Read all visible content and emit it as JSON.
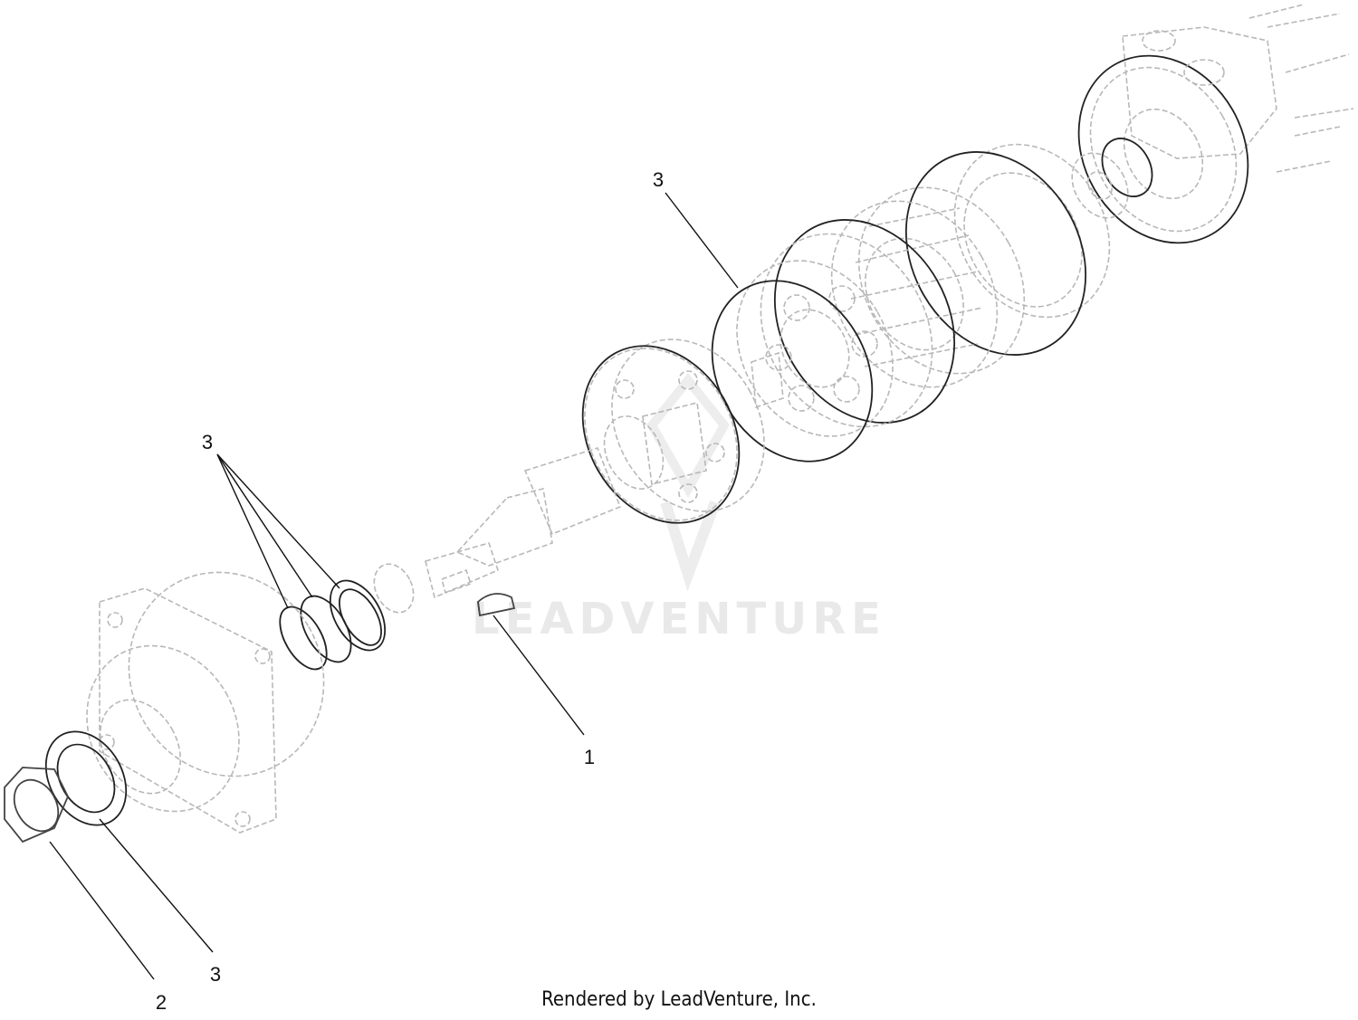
{
  "watermark": {
    "text": "LEADVENTURE"
  },
  "callouts": [
    {
      "id": "1",
      "label": "1"
    },
    {
      "id": "2",
      "label": "2"
    },
    {
      "id": "3-top",
      "label": "3"
    },
    {
      "id": "3-left",
      "label": "3"
    },
    {
      "id": "3-bottom",
      "label": "3"
    }
  ],
  "footer": {
    "text": "Rendered by LeadVenture, Inc."
  }
}
